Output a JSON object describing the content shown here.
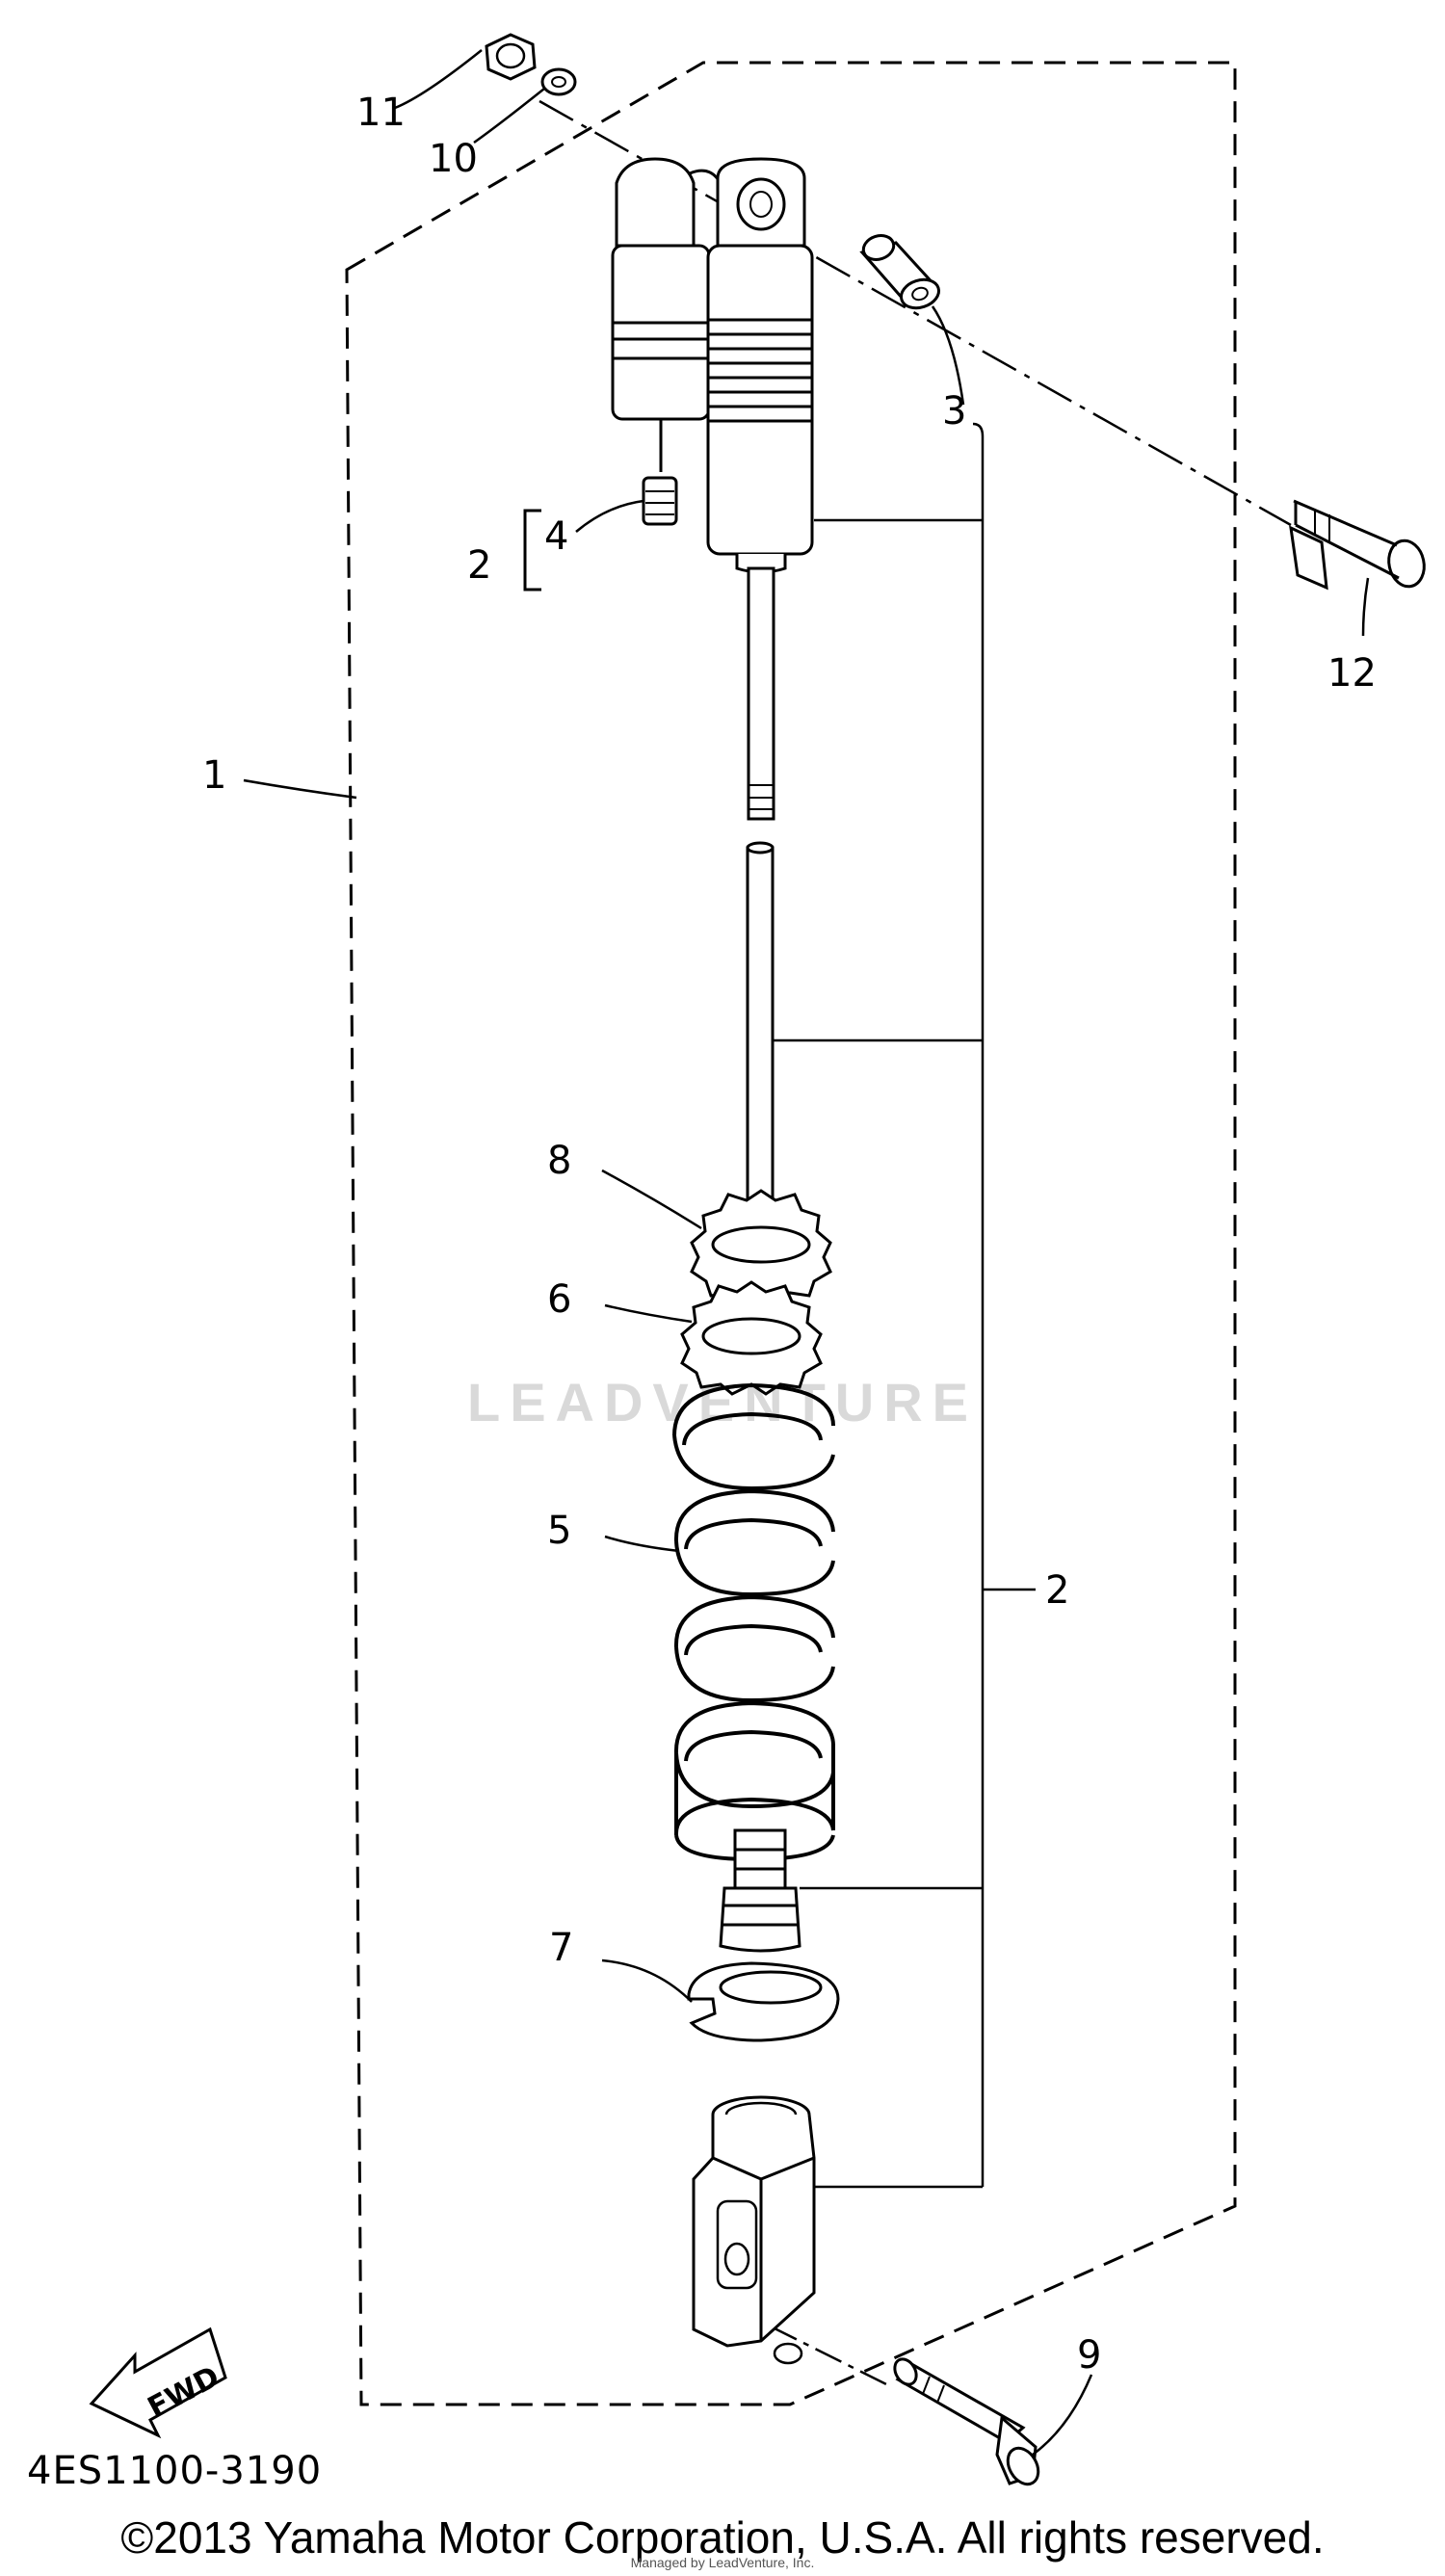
{
  "diagram": {
    "callouts": {
      "c1": "1",
      "c2_upper": "2",
      "c2_lower": "2",
      "c3": "3",
      "c4": "4",
      "c5": "5",
      "c6": "6",
      "c7": "7",
      "c8": "8",
      "c9": "9",
      "c10": "10",
      "c11": "11",
      "c12": "12"
    },
    "fwd_label": "FWD",
    "drawing_code": "4ES1100-3190",
    "watermark": "LEADVENTURE"
  },
  "footer": {
    "copyright": "©2013 Yamaha Motor Corporation, U.S.A. All rights reserved.",
    "managed_by": "Managed by LeadVenture, Inc."
  }
}
